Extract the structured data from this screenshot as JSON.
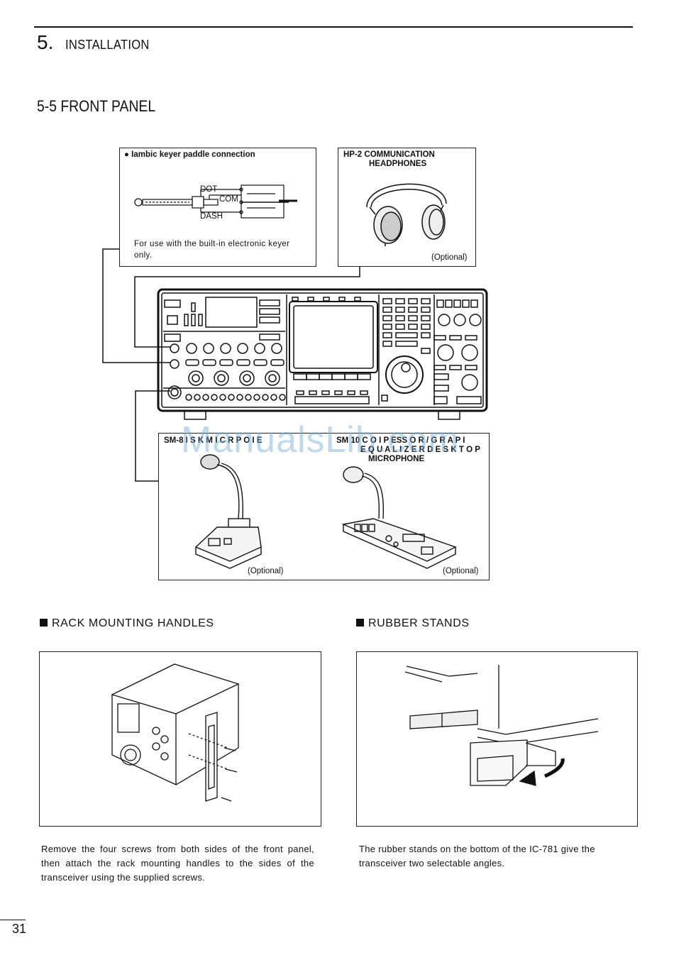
{
  "header": {
    "section_number": "5.",
    "section_title": "INSTALLATION",
    "subsection_title": "5-5 FRONT PANEL"
  },
  "keyer_box": {
    "title": "Iambic keyer paddle connection",
    "labels": {
      "dot": "DOT",
      "com": "COM",
      "dash": "DASH"
    },
    "note": "For use with the built-in electronic keyer only."
  },
  "headphones_box": {
    "title_line1": "HP-2 COMMUNICATION",
    "title_line2": "HEADPHONES",
    "optional": "(Optional)"
  },
  "mic_box": {
    "sm8_title": "SM-8 I  S  K  M  I  C  R  P  O  I  E",
    "sm10_title_line1": "SM 10 C  O  I  P  ESS  O  R  /  G  R  A  P  I",
    "sm10_title_line2": "E  Q  U  A  L  I  Z  E  R  D  E  S  K  T  O  P",
    "sm10_title_line3": "MICROPHONE",
    "optional_left": "(Optional)",
    "optional_right": "(Optional)"
  },
  "watermark": "ManualsLib.com",
  "rack": {
    "heading": "RACK MOUNTING HANDLES",
    "text": "Remove the four screws from both sides of the front panel, then attach the rack mounting handles to the sides of the transceiver using the supplied screws."
  },
  "stands": {
    "heading": "RUBBER STANDS",
    "text": "The rubber stands on the bottom of the IC-781 give the transceiver two selectable angles."
  },
  "footer": {
    "page_number": "31"
  }
}
